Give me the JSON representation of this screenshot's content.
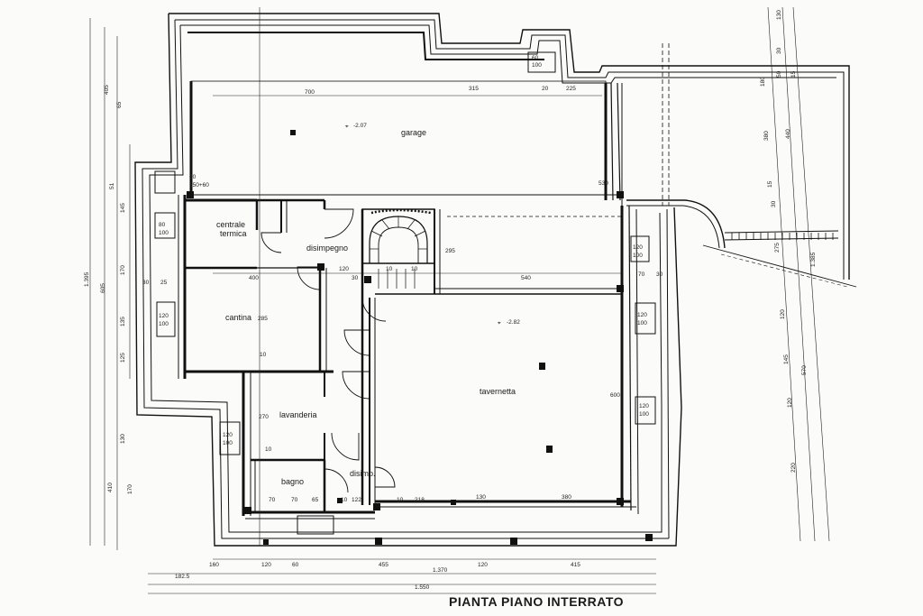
{
  "title": "PIANTA PIANO INTERRATO",
  "rooms": {
    "garage": "garage",
    "centrale_termica_1": "centrale",
    "centrale_termica_2": "termica",
    "disimpegno": "disimpegno",
    "cantina": "cantina",
    "lavanderia": "lavanderia",
    "bagno": "bagno",
    "disimp": "disimp.",
    "tavernetta": "tavernetta"
  },
  "levels": {
    "garage": "-2.07",
    "tavernetta": "-2.82"
  },
  "dimensions": {
    "garage_top_left": "700",
    "garage_top_mid": "315",
    "garage_top_20": "20",
    "garage_top_225": "225",
    "garage_side": "530",
    "stair_band": "295",
    "corridor_120": "120",
    "corridor_30": "30",
    "stair_10_a": "10",
    "stair_10_b": "10",
    "tav_540": "540",
    "tav_side_600": "600",
    "cantina_400": "400",
    "cantina_side": "285",
    "cantina_10": "10",
    "lav_270": "270",
    "lav_side_10": "10",
    "bottom_70_a": "70",
    "bottom_70_b": "70",
    "bottom_65": "65",
    "bottom_10": "10",
    "bottom_122": "122",
    "bottom_10_b": "10",
    "bottom_218": "218",
    "bottom_130": "130",
    "bottom_380": "380",
    "right_70": "70",
    "right_30": "30",
    "left_30": "30",
    "left_25": "25",
    "top_60": "60",
    "top_100": "100",
    "box_60_80": "60",
    "box_150_60": "150+60"
  },
  "windows": {
    "ct_a": "80",
    "ct_b": "100",
    "can_a": "120",
    "can_b": "100",
    "lav_a": "120",
    "lav_b": "100",
    "tav_r1_a": "120",
    "tav_r1_b": "100",
    "tav_r2_a": "120",
    "tav_r2_b": "100",
    "tav_r3_a": "120",
    "tav_r3_b": "100"
  },
  "bottom_chain": {
    "d1": "160",
    "d2": "120",
    "d3": "60",
    "d4": "455",
    "d5": "120",
    "d6": "415",
    "overall_a_left": "182.5",
    "overall_a": "1.370",
    "overall_b": "1.550"
  },
  "left_chain": {
    "a": "405",
    "b": "65",
    "c": "51",
    "d": "1.395",
    "e": "605",
    "f": "170",
    "g": "145",
    "h": "135",
    "i": "125",
    "j": "130",
    "k": "410",
    "l": "170"
  },
  "right_chain": {
    "a": "130",
    "b": "180",
    "c": "30",
    "d": "50",
    "e": "15",
    "f": "380",
    "g": "440",
    "h": "15",
    "i": "30",
    "j": "275",
    "k": "1.385",
    "l": "120",
    "m": "145",
    "n": "570",
    "o": "120",
    "p": "220"
  }
}
